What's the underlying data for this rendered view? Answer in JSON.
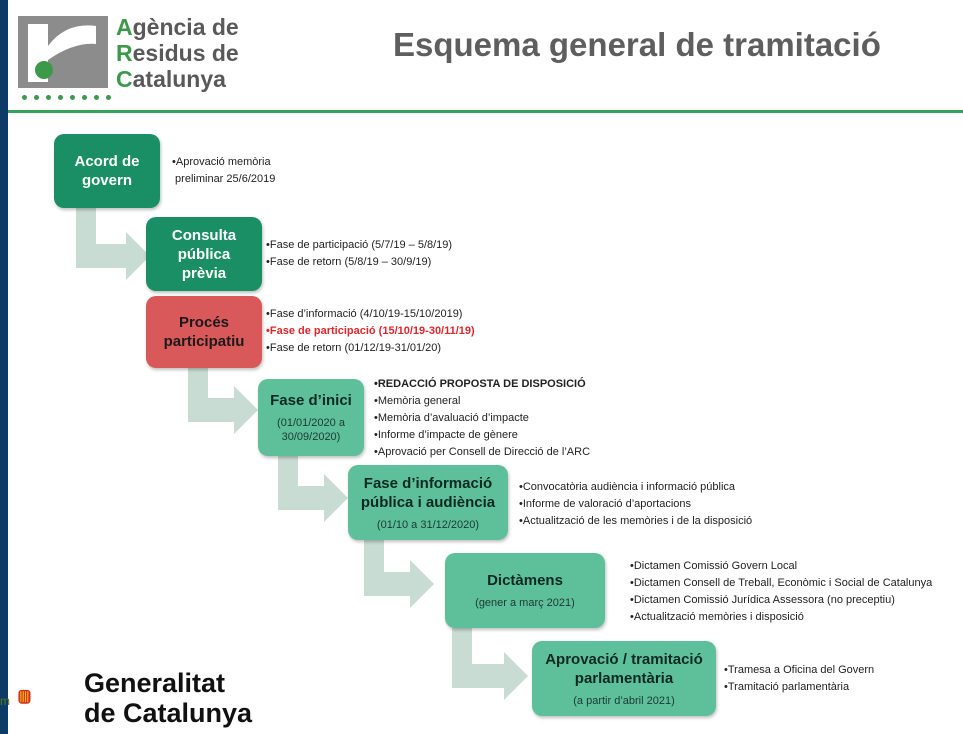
{
  "header": {
    "org_lines": [
      {
        "initial": "A",
        "rest": "gència de"
      },
      {
        "initial": "R",
        "rest": "esidus de"
      },
      {
        "initial": "C",
        "rest": "atalunya"
      }
    ],
    "title": "Esquema general de tramitació"
  },
  "steps": [
    {
      "label": "Acord de\ngovern",
      "sub": "",
      "bullets": [
        "Aprovació memòria\n preliminar 25/6/2019"
      ]
    },
    {
      "label": "Consulta\npública\nprèvia",
      "sub": "",
      "bullets": [
        "Fase de participació (5/7/19 – 5/8/19)",
        "Fase de retorn (5/8/19 – 30/9/19)"
      ]
    },
    {
      "label": "Procés\nparticipatiu",
      "sub": "",
      "bullets": [
        "Fase d’informació (4/10/19-15/10/2019)",
        "Fase de participació (15/10/19-30/11/19)",
        "Fase de retorn (01/12/19-31/01/20)"
      ]
    },
    {
      "label": "Fase d’inici",
      "sub": "(01/01/2020 a\n30/09/2020)",
      "bullets": [
        "REDACCIÓ PROPOSTA DE DISPOSICIÓ",
        "Memòria general",
        "Memòria d’avaluació d’impacte",
        "Informe d’impacte de gènere",
        "Aprovació per Consell de Direcció de l’ARC"
      ]
    },
    {
      "label": "Fase d’informació\npública i audiència",
      "sub": "(01/10 a 31/12/2020)",
      "bullets": [
        "Convocatòria audiència i informació pública",
        "Informe de valoració d’aportacions",
        "Actualització de les memòries i de la disposició"
      ]
    },
    {
      "label": "Dictàmens",
      "sub": "(gener a març 2021)",
      "bullets": [
        "Dictamen Comissió Govern Local",
        "Dictamen Consell de Treball, Econòmic i Social de Catalunya",
        "Dictamen Comissió Jurídica Assessora (no preceptiu)",
        "Actualització memòries i disposició"
      ]
    },
    {
      "label": "Aprovació / tramitació\nparlamentària",
      "sub": "(a partir d’abril 2021)",
      "bullets": [
        "Tramesa a Oficina del Govern",
        "Tramitació parlamentària"
      ]
    }
  ],
  "footer": {
    "line1": "Generalitat",
    "line2": "de Catalunya",
    "edge_fragment": "m"
  },
  "colors": {
    "dark_green": "#1a8f66",
    "light_green": "#5ec09a",
    "red": "#d9595b",
    "highlight": "#e0262b",
    "arrow": "#c9dcd3"
  }
}
